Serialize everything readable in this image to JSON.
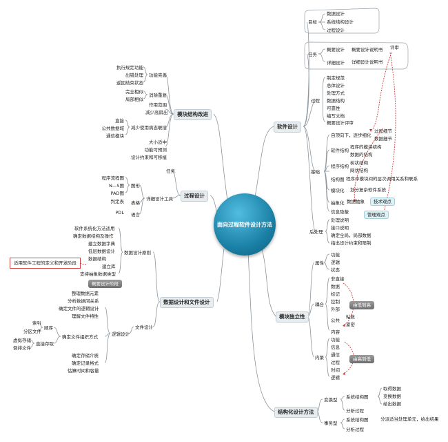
{
  "center": "面向过程软件设计方法",
  "software_design": {
    "label": "软件设计",
    "goal": {
      "label": "目标",
      "items": [
        "数据设计",
        "系统结构设计",
        "过程设计"
      ]
    },
    "task": {
      "label": "任务",
      "outline": "概要设计",
      "outline_doc": "概要设计说明书",
      "review": "评审",
      "detail": "详细设计",
      "detail_doc": "详细设计说明书"
    },
    "process": {
      "label": "过程",
      "items": [
        "制定规范",
        "总体设计",
        "处理方式",
        "数据结构",
        "可靠性",
        "编写文档",
        "概要设计评审"
      ]
    },
    "basis": {
      "label": "基础",
      "stepwise": "自顶向下，逐步细化",
      "stepwise_items": [
        "过程细节",
        "数据细节"
      ],
      "sw_struct": "软件结构",
      "sw_struct_items": [
        "程序的模块结构",
        "数据的结构"
      ],
      "prog_struct": "程序结构",
      "prog_struct_items": [
        "树状结构",
        "网状结构"
      ],
      "struct_graph": "结构图",
      "struct_graph_desc": "程序中模块间的层次调用关系和联系",
      "modular": "模块化",
      "modular_desc": "划分复杂软件系统",
      "abstraction": "抽象化",
      "data_abstract": "数据抽象",
      "tech_view": "技术观点",
      "info_hiding": "信息隐蔽",
      "mgmt_view": "管理观点"
    },
    "post": {
      "label": "后处理",
      "items": [
        "处理说明",
        "接口说明",
        "确定全局，局部数据",
        "指出设计约束和限制"
      ]
    }
  },
  "independence": {
    "label": "模块独立性",
    "attr": {
      "label": "属性",
      "items": [
        "功能",
        "逻辑",
        "状态"
      ]
    },
    "coupling": {
      "label": "耦合",
      "items": [
        "非直接",
        "数据",
        "标记",
        "控制",
        "外部"
      ],
      "common": "公共",
      "common_items": [
        "粘数",
        "紧密"
      ],
      "content": "内容",
      "tag": "由低到高"
    },
    "cohesion": {
      "label": "内聚",
      "items": [
        "功能",
        "信息",
        "通信",
        "过程",
        "时间",
        "逻辑"
      ],
      "tag": "由高到低"
    }
  },
  "structured": {
    "label": "结构化设计方法",
    "transform": {
      "label": "变换型",
      "graph": "系统结构图",
      "graph_items": [
        "取得数据",
        "变换数据",
        "给出数据"
      ],
      "analysis": "分析过程"
    },
    "transaction": {
      "label": "事务型",
      "graph": "系统结构图",
      "graph_desc": "分派适当处理单元，给出结果",
      "analysis": "分析过程"
    }
  },
  "module_improve": {
    "label": "模块结构改进",
    "func_complete": {
      "label": "功能完善",
      "items": [
        "执行规定功能",
        "出错处理",
        "返回结束状态"
      ]
    },
    "dedup": {
      "label": "消除重复",
      "items": [
        "完全相似",
        "局部相似"
      ]
    },
    "scope": {
      "label": "减少高扇出",
      "items": [
        "作用范围"
      ]
    },
    "coupling": {
      "label": "减少使用病态联接",
      "items": [
        "直接",
        "公共数据域",
        "通信模块"
      ]
    },
    "misc": [
      "大小适中",
      "功能可预测",
      "设计约束和可移植"
    ]
  },
  "process_design": {
    "label": "过程设计",
    "task": "任务",
    "tools": "详细设计工具",
    "graph": "图形",
    "graph_items": [
      "程序流程图",
      "N—S图",
      "PAD图"
    ],
    "table": "表格",
    "table_items": [
      "判定表"
    ],
    "lang": "语言",
    "lang_items": [
      "PDL"
    ]
  },
  "data_file": {
    "label": "数据设计和文件设计",
    "principle": {
      "label": "数据设计原则",
      "items": [
        "软件系统化方法适用",
        "确定数据结构及操作",
        "建立数据字典",
        "低层数据设计",
        "数据结构",
        "建立库",
        "支持抽象数据类型"
      ]
    },
    "applies": "适用软件工程的定义和开发阶段",
    "outline_stage": "概要设计阶段",
    "file_design": "文件设计",
    "logic_design": "逻辑设计",
    "logic_items": [
      "整理数据元素",
      "分析数据间关系",
      "确定文件的逻辑设计",
      "理解文件特性"
    ],
    "org": {
      "label": "确定文件组织方式",
      "seq": "顺序",
      "seq_items": [
        "索引",
        "分区文件"
      ],
      "direct": "直接存取",
      "direct_items": [
        "虚拟存储",
        "倒排文件"
      ]
    },
    "media": [
      "确定存储介质",
      "确定记录格式",
      "估算时间和容量"
    ]
  }
}
